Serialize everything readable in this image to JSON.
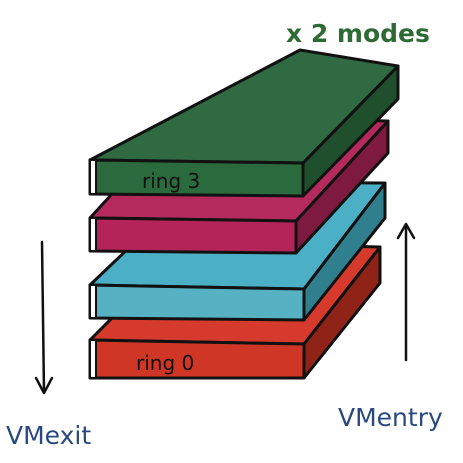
{
  "header": {
    "modes_label": "x 2 modes"
  },
  "layers": [
    {
      "label": "ring 3",
      "top_color": "#2f6a42",
      "front_color": "#2a6a3c",
      "side_color": "#1f4f2c"
    },
    {
      "label": "",
      "top_color": "#b52a5d",
      "front_color": "#b52459",
      "side_color": "#7e1a3f"
    },
    {
      "label": "",
      "top_color": "#4bb0c6",
      "front_color": "#56b2c3",
      "side_color": "#2f7f8f"
    },
    {
      "label": "ring 0",
      "top_color": "#d53a2c",
      "front_color": "#d03626",
      "side_color": "#8f2318"
    }
  ],
  "arrows": {
    "exit_label": "VMexit",
    "entry_label": "VMentry"
  },
  "colors": {
    "header_text": "#2e6b34",
    "arrow_text": "#2a4a7f",
    "outline": "#111111"
  }
}
